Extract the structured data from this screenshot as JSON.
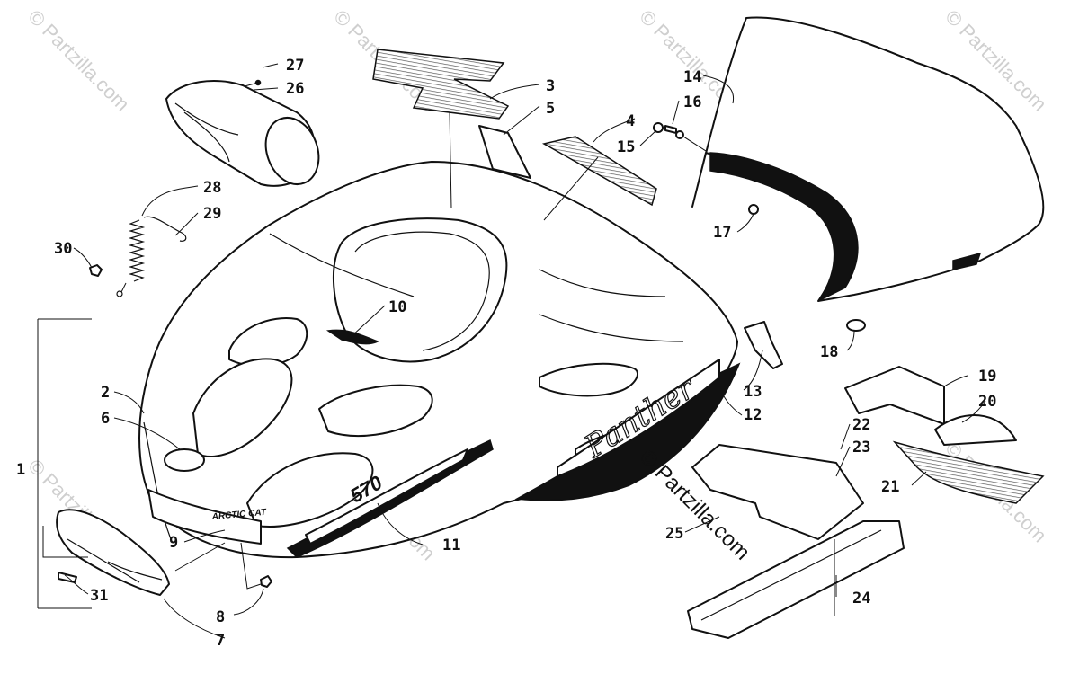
{
  "diagram": {
    "callouts": [
      {
        "id": "c1",
        "text": "1"
      },
      {
        "id": "c2",
        "text": "2"
      },
      {
        "id": "c3",
        "text": "3"
      },
      {
        "id": "c4",
        "text": "4"
      },
      {
        "id": "c5",
        "text": "5"
      },
      {
        "id": "c6",
        "text": "6"
      },
      {
        "id": "c7",
        "text": "7"
      },
      {
        "id": "c8",
        "text": "8"
      },
      {
        "id": "c9",
        "text": "9"
      },
      {
        "id": "c10",
        "text": "10"
      },
      {
        "id": "c11",
        "text": "11"
      },
      {
        "id": "c12",
        "text": "12"
      },
      {
        "id": "c13",
        "text": "13"
      },
      {
        "id": "c14",
        "text": "14"
      },
      {
        "id": "c15",
        "text": "15"
      },
      {
        "id": "c16",
        "text": "16"
      },
      {
        "id": "c17",
        "text": "17"
      },
      {
        "id": "c18",
        "text": "18"
      },
      {
        "id": "c19",
        "text": "19"
      },
      {
        "id": "c20",
        "text": "20"
      },
      {
        "id": "c21",
        "text": "21"
      },
      {
        "id": "c22",
        "text": "22"
      },
      {
        "id": "c23",
        "text": "23"
      },
      {
        "id": "c24",
        "text": "24"
      },
      {
        "id": "c25",
        "text": "25"
      },
      {
        "id": "c26",
        "text": "26"
      },
      {
        "id": "c27",
        "text": "27"
      },
      {
        "id": "c28",
        "text": "28"
      },
      {
        "id": "c29",
        "text": "29"
      },
      {
        "id": "c30",
        "text": "30"
      },
      {
        "id": "c31",
        "text": "31"
      }
    ],
    "decal_brand_text": "ARCTIC CAT",
    "decal_model_text": "Panther",
    "decal_number_text": "570",
    "watermark_text": "© Partzilla.com",
    "center_watermark_text": "© Partzilla.com"
  },
  "colors": {
    "line": "#111111",
    "watermark": "#cfcfcf",
    "background": "#ffffff"
  }
}
